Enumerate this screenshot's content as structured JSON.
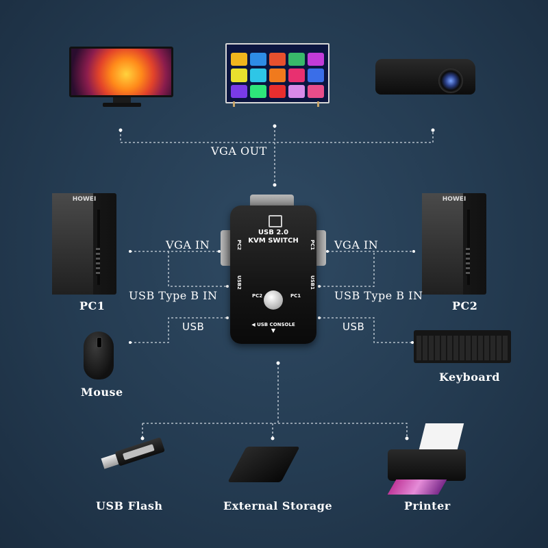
{
  "labels": {
    "vga_out": "VGA OUT",
    "vga_in_left": "VGA IN",
    "vga_in_right": "VGA IN",
    "usb_type_b_left": "USB Type B IN",
    "usb_type_b_right": "USB Type B IN",
    "usb_left": "USB",
    "usb_right": "USB",
    "pc1": "PC1",
    "pc2": "PC2",
    "mouse": "Mouse",
    "keyboard": "Keyboard",
    "usb_flash": "USB Flash",
    "external_storage": "External Storage",
    "printer": "Printer"
  },
  "kvm": {
    "title_line1": "USB 2.0",
    "title_line2": "KVM SWITCH",
    "pc1": "PC1",
    "pc2": "PC2",
    "usb1": "USB1",
    "usb2": "USB2",
    "usb_console": "USB CONSOLE",
    "left_port_pc2": "PC2",
    "right_port_pc1": "PC1"
  },
  "brands": {
    "tower_left": "HOWEI",
    "tower_right": "HOWEI"
  },
  "colors": {
    "line": "#cfd8e0",
    "background": "#243b51"
  }
}
